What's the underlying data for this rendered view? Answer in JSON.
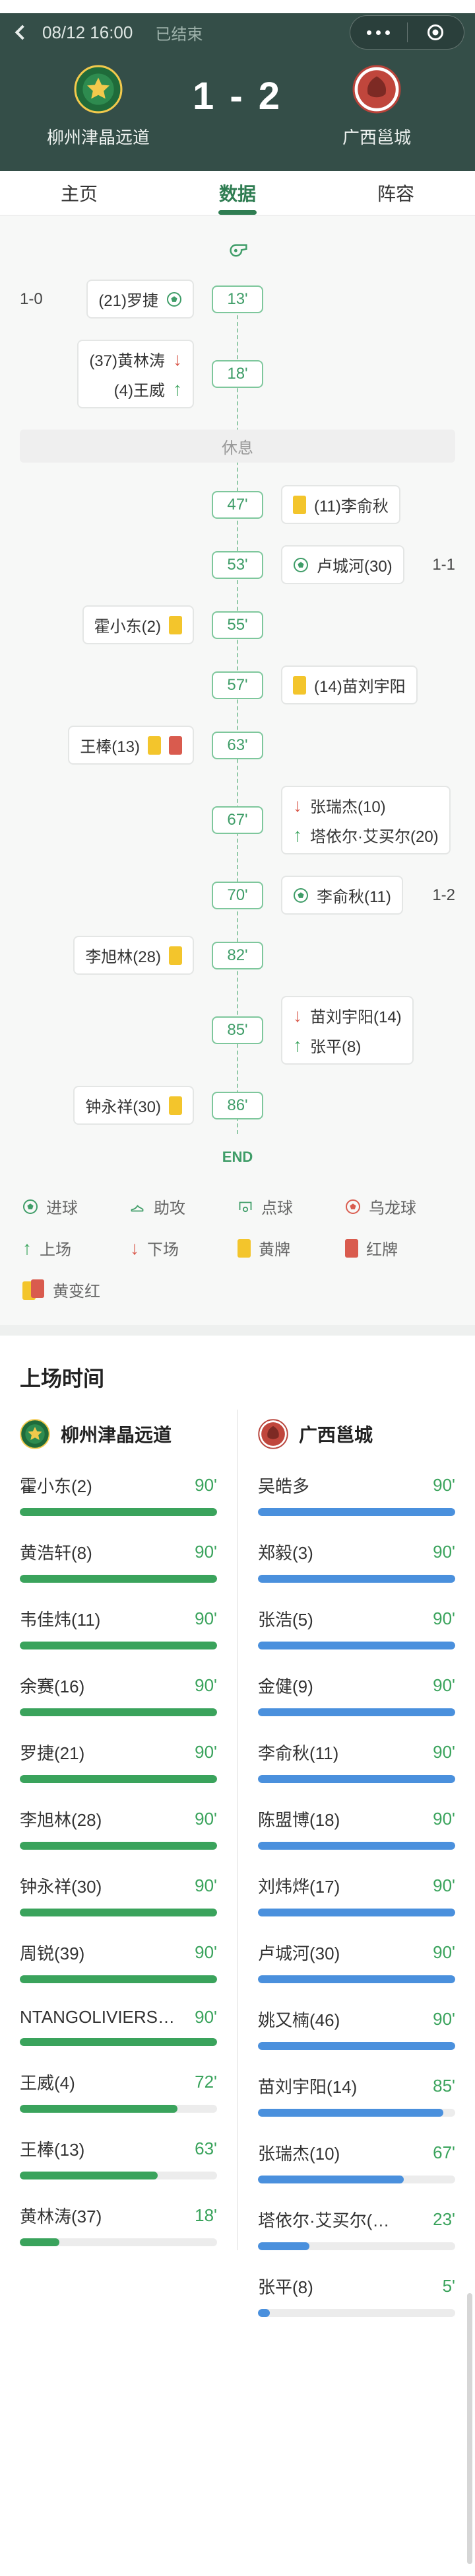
{
  "header": {
    "datetime": "08/12 16:00",
    "status": "已结束"
  },
  "match": {
    "score": "1 - 2",
    "home_name": "柳州津晶远道",
    "away_name": "广西邕城"
  },
  "tabs": [
    {
      "label": "主页",
      "active": false
    },
    {
      "label": "数据",
      "active": true
    },
    {
      "label": "阵容",
      "active": false
    }
  ],
  "colors": {
    "header_bg": "#344e48",
    "accent_green": "#3f9d68",
    "home_bar": "#3aa35c",
    "away_bar": "#4a90dd",
    "yellow_card": "#f3c52c",
    "red_card": "#d95b4e"
  },
  "timeline": {
    "break_label": "休息",
    "end_label": "END",
    "events": [
      {
        "time": "13'",
        "side": "left",
        "note": "1-0",
        "lines": [
          [
            {
              "t": "(21)罗捷"
            },
            {
              "i": "goal"
            }
          ]
        ]
      },
      {
        "time": "18'",
        "side": "left",
        "lines": [
          [
            {
              "t": "(37)黄林涛"
            },
            {
              "i": "sub-out"
            }
          ],
          [
            {
              "t": "(4)王威"
            },
            {
              "i": "sub-in"
            }
          ]
        ]
      },
      {
        "break": true
      },
      {
        "time": "47'",
        "side": "right",
        "lines": [
          [
            {
              "i": "yellow"
            },
            {
              "t": "(11)李俞秋"
            }
          ]
        ]
      },
      {
        "time": "53'",
        "side": "right",
        "note": "1-1",
        "lines": [
          [
            {
              "i": "goal"
            },
            {
              "t": "卢城河(30)"
            }
          ]
        ]
      },
      {
        "time": "55'",
        "side": "left",
        "lines": [
          [
            {
              "t": "霍小东(2)"
            },
            {
              "i": "yellow"
            }
          ]
        ]
      },
      {
        "time": "57'",
        "side": "right",
        "lines": [
          [
            {
              "i": "yellow"
            },
            {
              "t": "(14)苗刘宇阳"
            }
          ]
        ]
      },
      {
        "time": "63'",
        "side": "left",
        "lines": [
          [
            {
              "t": "王棒(13)"
            },
            {
              "i": "yellow"
            },
            {
              "i": "red"
            }
          ]
        ]
      },
      {
        "time": "67'",
        "side": "right",
        "lines": [
          [
            {
              "i": "sub-out"
            },
            {
              "t": "张瑞杰(10)"
            }
          ],
          [
            {
              "i": "sub-in"
            },
            {
              "t": "塔依尔·艾买尔(20)"
            }
          ]
        ]
      },
      {
        "time": "70'",
        "side": "right",
        "note": "1-2",
        "lines": [
          [
            {
              "i": "goal"
            },
            {
              "t": "李俞秋(11)"
            }
          ]
        ]
      },
      {
        "time": "82'",
        "side": "left",
        "lines": [
          [
            {
              "t": "李旭林(28)"
            },
            {
              "i": "yellow"
            }
          ]
        ]
      },
      {
        "time": "85'",
        "side": "right",
        "lines": [
          [
            {
              "i": "sub-out"
            },
            {
              "t": "苗刘宇阳(14)"
            }
          ],
          [
            {
              "i": "sub-in"
            },
            {
              "t": "张平(8)"
            }
          ]
        ]
      },
      {
        "time": "86'",
        "side": "left",
        "lines": [
          [
            {
              "t": "钟永祥(30)"
            },
            {
              "i": "yellow"
            }
          ]
        ]
      }
    ]
  },
  "legend": {
    "items": [
      {
        "icon": "goal",
        "label": "进球"
      },
      {
        "icon": "assist",
        "label": "助攻"
      },
      {
        "icon": "penalty",
        "label": "点球"
      },
      {
        "icon": "own-goal",
        "label": "乌龙球"
      },
      {
        "icon": "sub-in",
        "label": "上场"
      },
      {
        "icon": "sub-out",
        "label": "下场"
      },
      {
        "icon": "yellow",
        "label": "黄牌"
      },
      {
        "icon": "red",
        "label": "红牌"
      },
      {
        "icon": "yellow-red",
        "label": "黄变红"
      }
    ]
  },
  "playtime": {
    "title": "上场时间",
    "home": {
      "name": "柳州津晶远道",
      "bar_color": "#3aa35c",
      "players": [
        {
          "name": "霍小东(2)",
          "minutes": "90'",
          "pct": 100
        },
        {
          "name": "黄浩轩(8)",
          "minutes": "90'",
          "pct": 100
        },
        {
          "name": "韦佳炜(11)",
          "minutes": "90'",
          "pct": 100
        },
        {
          "name": "余赛(16)",
          "minutes": "90'",
          "pct": 100
        },
        {
          "name": "罗捷(21)",
          "minutes": "90'",
          "pct": 100
        },
        {
          "name": "李旭林(28)",
          "minutes": "90'",
          "pct": 100
        },
        {
          "name": "钟永祥(30)",
          "minutes": "90'",
          "pct": 100
        },
        {
          "name": "周锐(39)",
          "minutes": "90'",
          "pct": 100
        },
        {
          "name": "NTANGOLIVIERS…",
          "minutes": "90'",
          "pct": 100
        },
        {
          "name": "王威(4)",
          "minutes": "72'",
          "pct": 80
        },
        {
          "name": "王棒(13)",
          "minutes": "63'",
          "pct": 70
        },
        {
          "name": "黄林涛(37)",
          "minutes": "18'",
          "pct": 20
        }
      ]
    },
    "away": {
      "name": "广西邕城",
      "bar_color": "#4a90dd",
      "players": [
        {
          "name": "吴皓多",
          "minutes": "90'",
          "pct": 100
        },
        {
          "name": "郑毅(3)",
          "minutes": "90'",
          "pct": 100
        },
        {
          "name": "张浩(5)",
          "minutes": "90'",
          "pct": 100
        },
        {
          "name": "金健(9)",
          "minutes": "90'",
          "pct": 100
        },
        {
          "name": "李俞秋(11)",
          "minutes": "90'",
          "pct": 100
        },
        {
          "name": "陈盟博(18)",
          "minutes": "90'",
          "pct": 100
        },
        {
          "name": "刘炜烨(17)",
          "minutes": "90'",
          "pct": 100
        },
        {
          "name": "卢城河(30)",
          "minutes": "90'",
          "pct": 100
        },
        {
          "name": "姚又楠(46)",
          "minutes": "90'",
          "pct": 100
        },
        {
          "name": "苗刘宇阳(14)",
          "minutes": "85'",
          "pct": 94
        },
        {
          "name": "张瑞杰(10)",
          "minutes": "67'",
          "pct": 74
        },
        {
          "name": "塔依尔·艾买尔(…",
          "minutes": "23'",
          "pct": 26
        },
        {
          "name": "张平(8)",
          "minutes": "5'",
          "pct": 6
        }
      ]
    }
  }
}
